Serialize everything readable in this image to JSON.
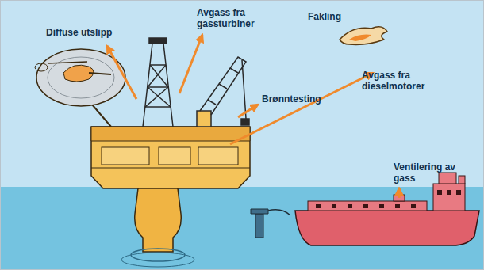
{
  "diagram": {
    "labels": [
      "Diffuse utslipp",
      "Avgass fra gassturbiner",
      "Fakling",
      "Avgass fra dieselmotorer",
      "Brønntesting",
      "Ventilering av gass"
    ]
  }
}
